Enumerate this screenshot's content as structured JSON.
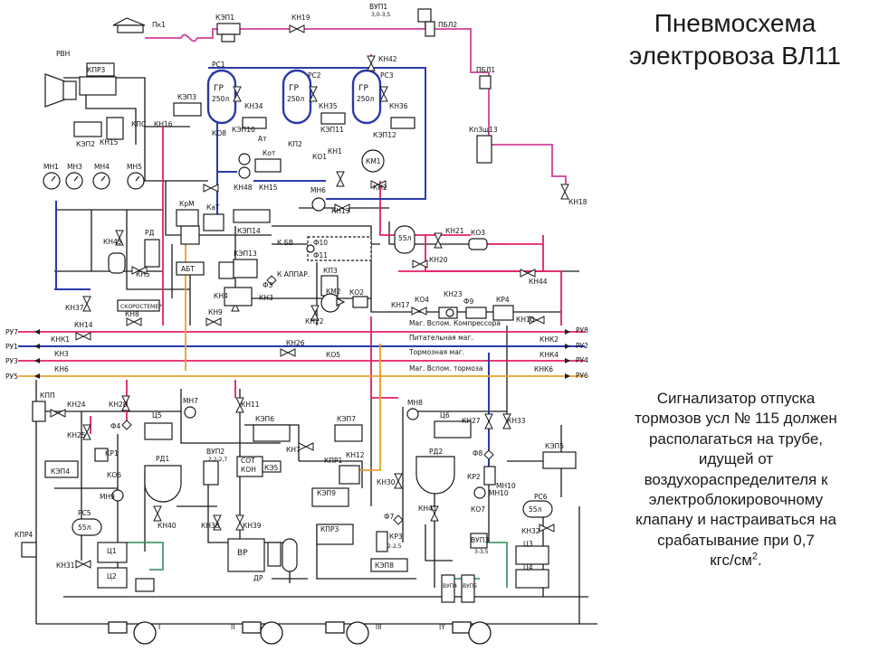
{
  "colors": {
    "red": "#e0206a",
    "blue": "#2a3aa8",
    "magenta": "#d0409a",
    "orange": "#e8a030",
    "black": "#1a1a1a",
    "green": "#2e8a5a"
  },
  "title": [
    "Пневмосхема",
    "электровоза ВЛ11"
  ],
  "note": {
    "lines": [
      "Сигнализатор отпуска",
      "тормозов усл № 115 должен",
      "располагаться на трубе,",
      "идущей от",
      "воздухораспределителя к",
      "электроблокировочному",
      "клапану и настраиваться на",
      "срабатывание при 0,7"
    ],
    "last_line": "кгс/см",
    "superscript": "2",
    "tail": "."
  },
  "diagram": {
    "reservoirs": {
      "type": "ГР",
      "volume": "250л",
      "labels": [
        "РС1",
        "РС2",
        "РС3"
      ]
    },
    "gauges": [
      "МН1",
      "МН3",
      "МН4",
      "МН5",
      "МН6",
      "МН7",
      "МН8",
      "МН9",
      "МН10"
    ],
    "gauge_circles": [
      "МН1",
      "МН3",
      "МН4",
      "МН5"
    ],
    "tanks_55": [
      "55л",
      "55л",
      "55л"
    ],
    "train_lines": [
      "Питательная маг.",
      "Тормозная маг.",
      "Маг. Вспом. тормоза",
      "Маг. Вспом. Компрессора"
    ],
    "ends_left": [
      "РУ7",
      "РУ1",
      "РУ3",
      "РУ5"
    ],
    "ends_right": [
      "РУ8",
      "РУ2",
      "РУ4",
      "РУ6"
    ],
    "top_labels": {
      "pk1": "Пк1",
      "kep1": "КЭП1",
      "kn19": "КН19",
      "vup1": "ВУП1",
      "vup1_set": "3,0-3,5",
      "pbl2": "ПБЛ2",
      "pbl1": "ПБЛ1",
      "kpzsh": "КпЗщ13",
      "kn42": "КН42",
      "kn18": "КН18"
    },
    "left_labels": {
      "rvn": "РВН",
      "kpr3": "КПР3",
      "kep3": "КЭП3",
      "kep2": "КЭП2",
      "kn15": "КН15",
      "kps": "КПС",
      "kn16": "КН16",
      "kn45": "КН45",
      "rd": "РД",
      "kn5": "КН5",
      "kn37": "КН37",
      "kn8": "КН8",
      "kn14": "КН14",
      "kn1": "КНК1",
      "kn3": "КН3",
      "kn6": "КН6"
    },
    "center_labels": {
      "kom": "КрМ",
      "kat": "КаТ",
      "abt": "АБТ",
      "kep13": "КЭП13",
      "kn4": "КН4",
      "kn3v": "КН3",
      "f3": "Ф3",
      "kn9": "КН9",
      "kep14": "КЭП14",
      "kn48": "КН48",
      "kn15v": "КН15",
      "kot": "Кот",
      "kp2": "КП2",
      "ko1": "КО1",
      "kn1": "КН1",
      "km1": "КМ1",
      "kn2": "КН2",
      "kn13": "КН13",
      "f10": "Ф10",
      "f11": "Ф11",
      "kbv": "К БВ",
      "kappar": "К АППАР.",
      "kp3": "КП3",
      "km2": "КМ2",
      "ko2": "КО2",
      "kn22": "КН22",
      "kep10": "КЭП10",
      "kep11": "КЭП11",
      "kep12": "КЭП12",
      "at": "Ат",
      "ko8": "КО8",
      "kn34": "КН34",
      "kn35": "КН35",
      "kn36": "КН36",
      "skorost": "СКОРОСТЕМЕР",
      "kn26": "КН26",
      "ko5": "КО5"
    },
    "right_labels": {
      "kn21": "КН21",
      "ko3": "КО3",
      "kn20": "КН20",
      "kn44": "КН44",
      "kn23": "КН23",
      "ko4": "КО4",
      "f9": "Ф9",
      "kr4": "КР4",
      "kn17": "КН17",
      "kn10": "КН10",
      "knk2": "КНК2",
      "knk4": "КНК4",
      "knk6": "КНК6"
    },
    "lower_labels": {
      "kpp": "КПП",
      "kn24": "КН24",
      "kn25": "КН25",
      "kn28": "КН28",
      "f4": "Ф4",
      "kr1": "КР1",
      "ko6": "КО6",
      "kep4": "КЭП4",
      "c5": "Ц5",
      "rd1": "РД1",
      "rs5": "РС5",
      "kn40": "КН40",
      "kn31": "КН31",
      "c1": "Ц1",
      "c2": "Ц2",
      "kpr4": "КПР4",
      "mn7": "МН7",
      "kn11": "КН11",
      "kep6": "КЭП6",
      "kep7": "КЭП7",
      "kn7": "КН7",
      "kpr1": "КПР1",
      "kn12": "КН12",
      "vup2": "ВУП2",
      "vup2_set": "2,2-2,7",
      "sot": "СОТ",
      "kon": "КОН",
      "ke5": "КЭ5",
      "kep9": "КЭП9",
      "kpr3": "КПР3",
      "f7": "Ф7",
      "kr3": "КР3",
      "kr3_set": "2-2,5",
      "kn38": "КН38",
      "kn39": "КН39",
      "vr": "ВР",
      "dr": "ДР",
      "c6": "Ц6",
      "kn27": "КН27",
      "kn33": "КН33",
      "rd2": "РД2",
      "f8": "Ф8",
      "kr2": "КР2",
      "kn41": "КН41",
      "ko7": "КО7",
      "mn10": "МН10",
      "rs6": "РС6",
      "kep5": "КЭП5",
      "kn32": "КН32",
      "vup3": "ВУП3",
      "vup3_set": "3-3,5",
      "c3": "Ц3",
      "c4": "Ц4",
      "vup4": "ВУП4",
      "vup5": "ВУП5",
      "kn30": "КН30",
      "kep8": "КЭП8"
    },
    "bogies": [
      "I",
      "II",
      "III",
      "IY"
    ]
  }
}
